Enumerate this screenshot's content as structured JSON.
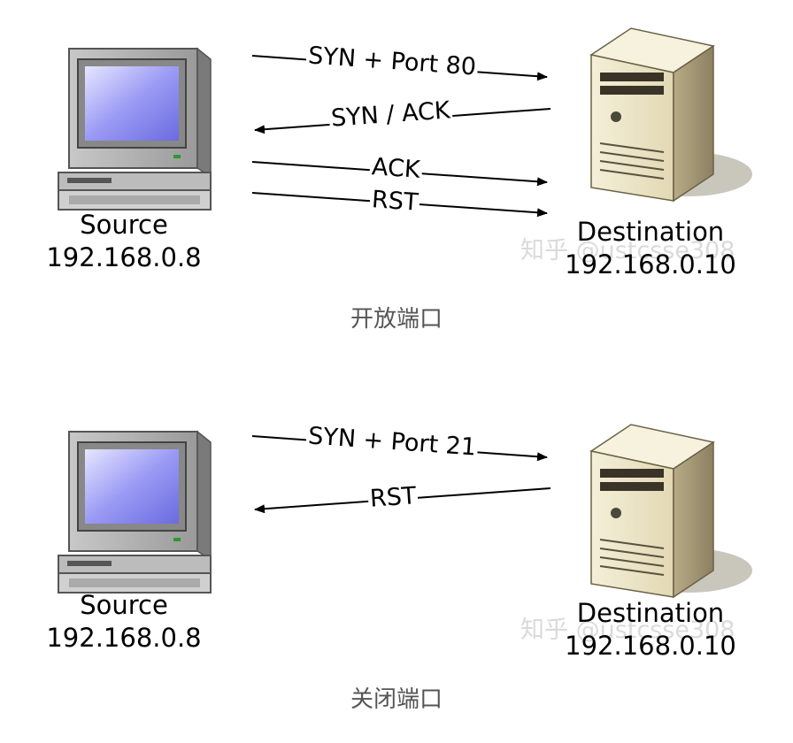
{
  "open_port": {
    "caption": "开放端口",
    "source": {
      "name": "Source",
      "ip": "192.168.0.8"
    },
    "destination": {
      "name": "Destination",
      "ip": "192.168.0.10"
    },
    "messages": [
      {
        "label": "SYN + Port 80",
        "direction": "to-destination"
      },
      {
        "label": "SYN / ACK",
        "direction": "to-source"
      },
      {
        "label": "ACK",
        "direction": "to-destination"
      },
      {
        "label": "RST",
        "direction": "to-destination"
      }
    ],
    "watermark": "知乎 @ustcsse308"
  },
  "closed_port": {
    "caption": "关闭端口",
    "source": {
      "name": "Source",
      "ip": "192.168.0.8"
    },
    "destination": {
      "name": "Destination",
      "ip": "192.168.0.10"
    },
    "messages": [
      {
        "label": "SYN + Port 21",
        "direction": "to-destination"
      },
      {
        "label": "RST",
        "direction": "to-source"
      }
    ],
    "watermark": "知乎 @ustcsse308"
  }
}
